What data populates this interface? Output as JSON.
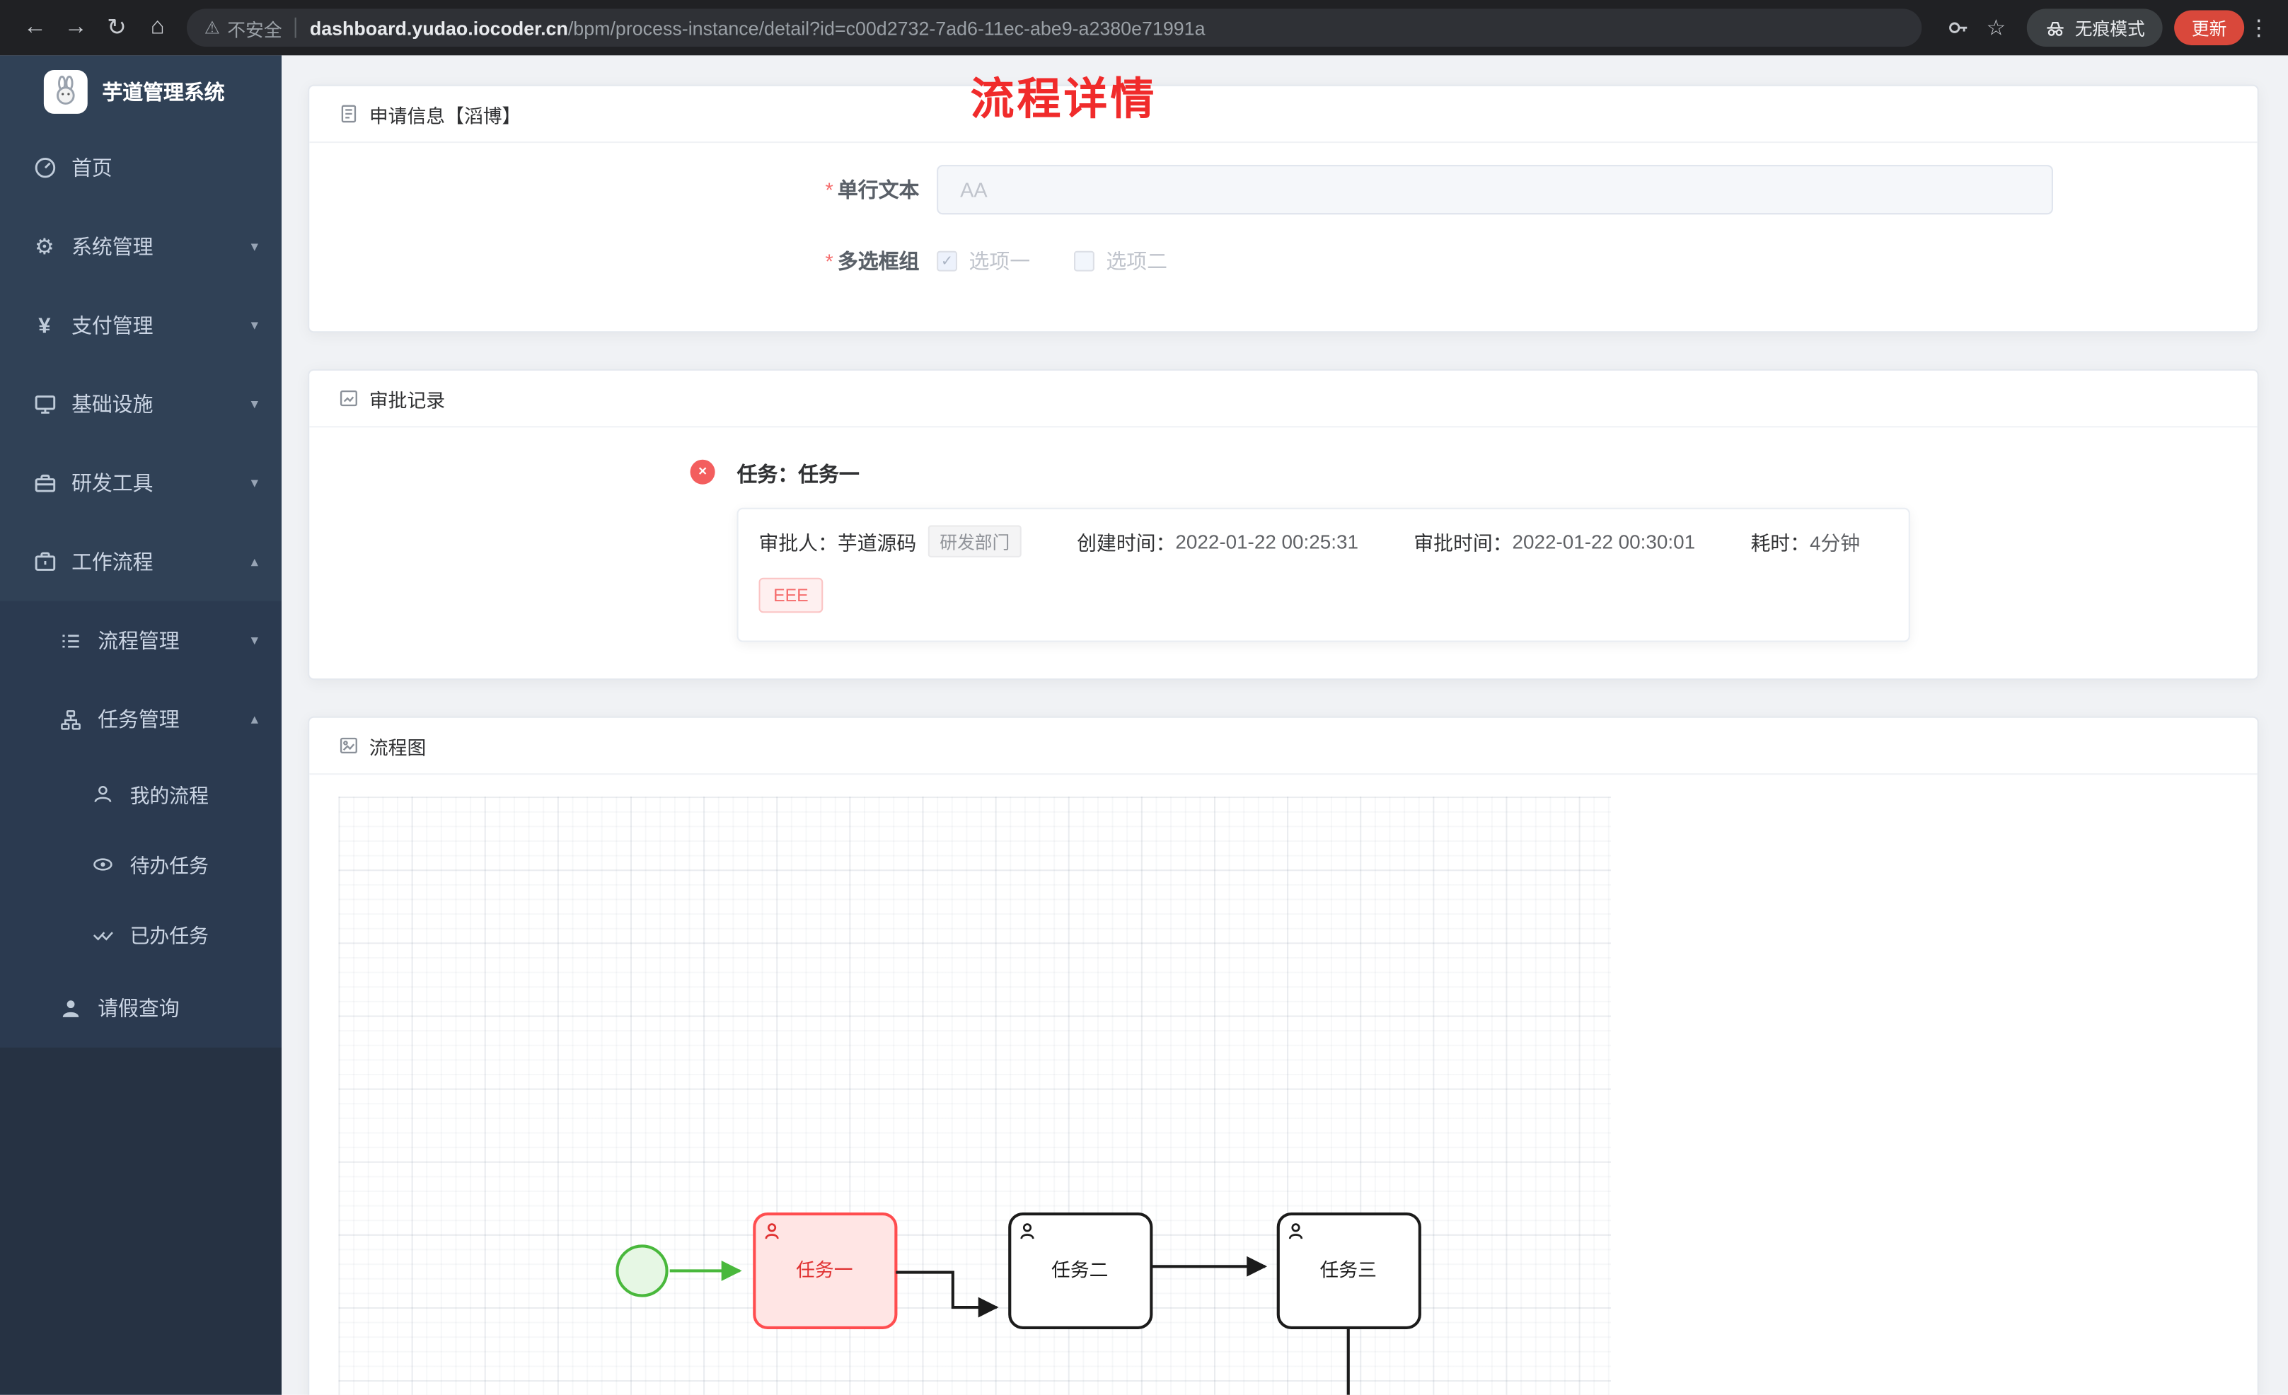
{
  "browser": {
    "security_label": "不安全",
    "domain": "dashboard.yudao.iocoder.cn",
    "path": "/bpm/process-instance/detail?id=c00d2732-7ad6-11ec-abe9-a2380e71991a",
    "incognito_label": "无痕模式",
    "update_label": "更新"
  },
  "sidebar": {
    "app_title": "芋道管理系统",
    "items": [
      {
        "label": "首页",
        "icon": "dashboard-icon"
      },
      {
        "label": "系统管理",
        "icon": "gear-icon"
      },
      {
        "label": "支付管理",
        "icon": "yen-icon"
      },
      {
        "label": "基础设施",
        "icon": "monitor-icon"
      },
      {
        "label": "研发工具",
        "icon": "tools-icon"
      },
      {
        "label": "工作流程",
        "icon": "briefcase-icon"
      }
    ],
    "process_mgmt": {
      "label": "流程管理"
    },
    "task_mgmt": {
      "label": "任务管理"
    },
    "task_children": [
      {
        "label": "我的流程"
      },
      {
        "label": "待办任务"
      },
      {
        "label": "已办任务"
      }
    ],
    "leave_query": {
      "label": "请假查询"
    }
  },
  "page": {
    "title": "流程详情"
  },
  "apply_card": {
    "header": "申请信息【滔博】",
    "required_marker": "*",
    "text_field": {
      "label": "单行文本",
      "placeholder": "AA"
    },
    "checkbox_field": {
      "label": "多选框组",
      "options": [
        {
          "label": "选项一",
          "checked": true
        },
        {
          "label": "选项二",
          "checked": false
        }
      ]
    }
  },
  "approval_card": {
    "header": "审批记录",
    "task_title": "任务：任务一",
    "approver_label": "审批人：",
    "approver_name": "芋道源码",
    "dept_tag": "研发部门",
    "created_label": "创建时间：",
    "created_time": "2022-01-22 00:25:31",
    "approved_label": "审批时间：",
    "approved_time": "2022-01-22 00:30:01",
    "duration_label": "耗时：",
    "duration_value": "4分钟",
    "comment_tag": "EEE"
  },
  "diagram_card": {
    "header": "流程图",
    "tasks": [
      {
        "label": "任务一",
        "state": "current"
      },
      {
        "label": "任务二",
        "state": "pending"
      },
      {
        "label": "任务三",
        "state": "pending"
      }
    ]
  }
}
